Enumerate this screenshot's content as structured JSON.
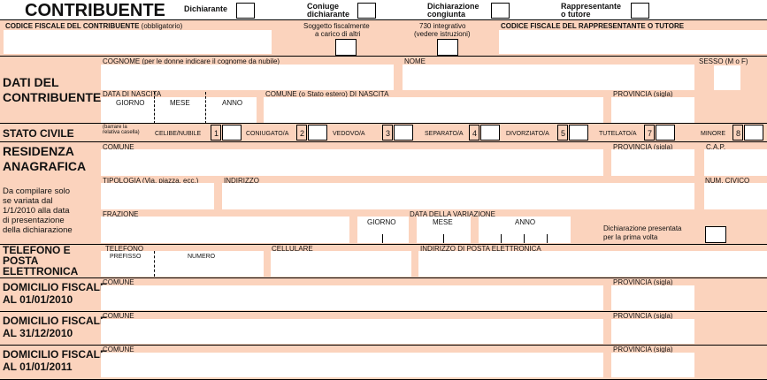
{
  "header": {
    "title": "CONTRIBUENTE",
    "dichiarante": "Dichiarante",
    "coniuge_l1": "Coniuge",
    "coniuge_l2": "dichiarante",
    "congiunta_l1": "Dichiarazione",
    "congiunta_l2": "congiunta",
    "rappresentante_l1": "Rappresentante",
    "rappresentante_l2": "o tutore"
  },
  "row_cf": {
    "cf_label": "CODICE FISCALE DEL CONTRIBUENTE",
    "cf_note": "(obbligatorio)",
    "soggetto_l1": "Soggetto fiscalmente",
    "soggetto_l2": "a carico di altri",
    "integrativo_l1": "730 integrativo",
    "integrativo_l2": "(vedere istruzioni)",
    "rappr_label": "CODICE FISCALE DEL RAPPRESENTANTE O TUTORE"
  },
  "dati": {
    "section_l1": "DATI DEL",
    "section_l2": "CONTRIBUENTE",
    "cognome": "COGNOME (per le donne indicare il cognome da nubile)",
    "nome": "NOME",
    "sesso": "SESSO (M o F)",
    "data_nascita": "DATA DI NASCITA",
    "giorno": "GIORNO",
    "mese": "MESE",
    "anno": "ANNO",
    "comune_nascita": "COMUNE (o Stato estero) DI NASCITA",
    "provincia": "PROVINCIA (sigla)"
  },
  "stato_civile": {
    "label": "STATO CIVILE",
    "note_l1": "(barrare la",
    "note_l2": "relativa casella)",
    "options": [
      {
        "label": "CELIBE/NUBILE",
        "code": "1"
      },
      {
        "label": "CONIUGATO/A",
        "code": "2"
      },
      {
        "label": "VEDOVO/A",
        "code": "3"
      },
      {
        "label": "SEPARATO/A",
        "code": "4"
      },
      {
        "label": "DIVORZIATO/A",
        "code": "5"
      },
      {
        "label": "TUTELATO/A",
        "code": "7"
      },
      {
        "label": "MINORE",
        "code": "8"
      }
    ]
  },
  "residenza": {
    "section_l1": "RESIDENZA",
    "section_l2": "ANAGRAFICA",
    "note": [
      "Da compilare solo",
      "se variata dal",
      "1/1/2010 alla data",
      "di presentazione",
      "della dichiarazione"
    ],
    "comune": "COMUNE",
    "provincia": "PROVINCIA (sigla)",
    "cap": "C.A.P.",
    "tipologia": "TIPOLOGIA (Via, piazza, ecc.)",
    "indirizzo": "INDIRIZZO",
    "civico": "NUM. CIVICO",
    "frazione": "FRAZIONE",
    "data_variazione": "DATA DELLA VARIAZIONE",
    "giorno": "GIORNO",
    "mese": "MESE",
    "anno": "ANNO",
    "prima_volta_l1": "Dichiarazione presentata",
    "prima_volta_l2": "per la prima volta"
  },
  "telefono": {
    "section_l1": "TELEFONO E",
    "section_l2": "POSTA",
    "section_l3": "ELETTRONICA",
    "telefono": "TELEFONO",
    "prefisso": "PREFISSO",
    "numero": "NUMERO",
    "cellulare": "CELLULARE",
    "email": "INDIRIZZO DI POSTA ELETTRONICA"
  },
  "domicili": [
    {
      "l1": "DOMICILIO FISCALE",
      "l2": "AL 01/01/2010",
      "comune": "COMUNE",
      "provincia": "PROVINCIA (sigla)"
    },
    {
      "l1": "DOMICILIO FISCALE",
      "l2": "AL 31/12/2010",
      "comune": "COMUNE",
      "provincia": "PROVINCIA (sigla)"
    },
    {
      "l1": "DOMICILIO FISCALE",
      "l2": "AL 01/01/2011",
      "comune": "COMUNE",
      "provincia": "PROVINCIA (sigla)"
    }
  ],
  "colors": {
    "background": "#fbd3bd",
    "field": "#ffffff",
    "ink": "#111111"
  }
}
